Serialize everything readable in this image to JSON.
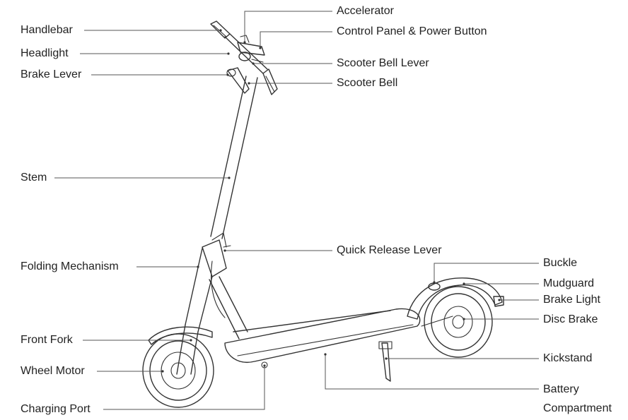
{
  "labels": {
    "accelerator": "Accelerator",
    "handlebar": "Handlebar",
    "control_panel": "Control Panel & Power Button",
    "headlight": "Headlight",
    "bell_lever": "Scooter Bell Lever",
    "brake_lever": "Brake Lever",
    "bell": "Scooter Bell",
    "stem": "Stem",
    "quick_release": "Quick Release Lever",
    "folding": "Folding Mechanism",
    "buckle": "Buckle",
    "mudguard": "Mudguard",
    "brake_light": "Brake Light",
    "disc_brake": "Disc Brake",
    "front_fork": "Front Fork",
    "kickstand": "Kickstand",
    "wheel_motor": "Wheel Motor",
    "battery_line1": "Battery",
    "battery_line2": "Compartment",
    "charging_port": "Charging Port"
  }
}
